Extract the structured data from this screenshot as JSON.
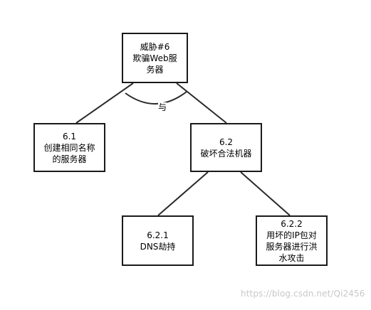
{
  "diagram": {
    "nodes": [
      {
        "id": "root",
        "text": "威胁#6\n欺骗Web服\n务器"
      },
      {
        "id": "6.1",
        "text": "6.1\n创建相同名称\n的服务器"
      },
      {
        "id": "6.2",
        "text": "6.2\n破坏合法机器"
      },
      {
        "id": "6.2.1",
        "text": "6.2.1\nDNS劫持"
      },
      {
        "id": "6.2.2",
        "text": "6.2.2\n用坏的IP包对\n服务器进行洪\n水攻击"
      }
    ],
    "edges": [
      {
        "from": "root",
        "to": "6.1"
      },
      {
        "from": "root",
        "to": "6.2"
      },
      {
        "from": "6.2",
        "to": "6.2.1"
      },
      {
        "from": "6.2",
        "to": "6.2.2"
      }
    ],
    "and_label": "与"
  },
  "watermark": "https://blog.csdn.net/Qi2456"
}
